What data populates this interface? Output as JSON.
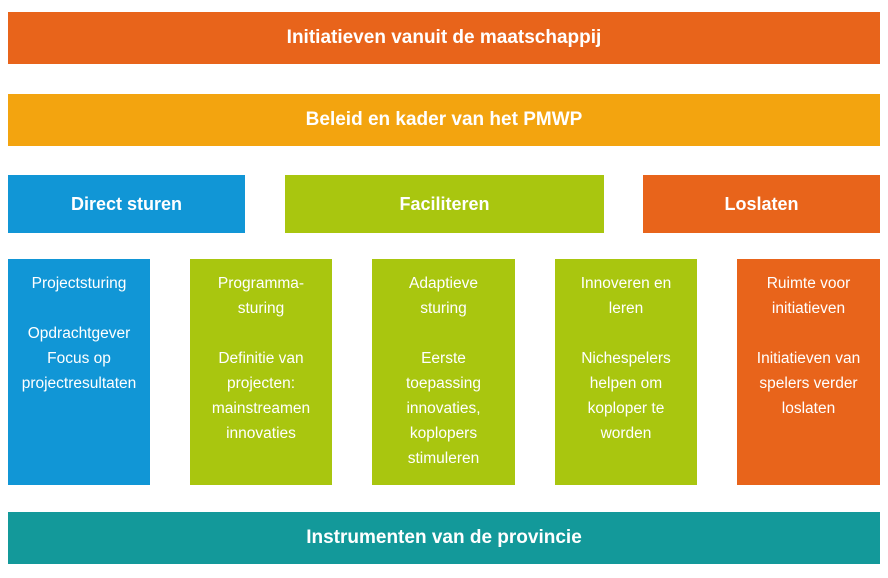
{
  "top_bar": {
    "label": "Initiatieven vanuit de maatschappij",
    "color": "#e8641b"
  },
  "policy_bar": {
    "label": "Beleid en kader van het PMWP",
    "color": "#f3a40f"
  },
  "modes": {
    "direct": {
      "label": "Direct sturen",
      "color": "#1196d6"
    },
    "facilitate": {
      "label": "Faciliteren",
      "color": "#a9c60f"
    },
    "release": {
      "label": "Loslaten",
      "color": "#e8641b"
    }
  },
  "cards": [
    {
      "title": [
        "Projectsturing"
      ],
      "body": [
        "Opdrachtgever",
        "Focus op",
        "projectresultaten"
      ]
    },
    {
      "title": [
        "Programma-",
        "sturing"
      ],
      "body": [
        "Definitie van",
        "projecten:",
        "mainstreamen",
        "innovaties"
      ]
    },
    {
      "title": [
        "Adaptieve",
        "sturing"
      ],
      "body": [
        "Eerste",
        "toepassing",
        "innovaties,",
        "koplopers",
        "stimuleren"
      ]
    },
    {
      "title": [
        "Innoveren en",
        "leren"
      ],
      "body": [
        "Nichespelers",
        "helpen om",
        "koploper te",
        "worden"
      ]
    },
    {
      "title": [
        "Ruimte voor",
        "initiatieven"
      ],
      "body": [
        "Initiatieven van",
        "spelers verder",
        "loslaten"
      ]
    }
  ],
  "bottom_bar": {
    "label": "Instrumenten van de provincie",
    "color": "#13999a"
  }
}
